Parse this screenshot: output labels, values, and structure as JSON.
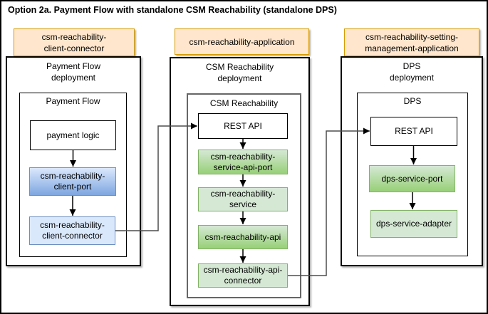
{
  "title": "Option 2a. Payment Flow with standalone CSM Reachability (standalone DPS)",
  "colors": {
    "orange_fill": "#ffe6cc",
    "orange_stroke": "#d79b00",
    "blue_fill": "#dae8fc",
    "blue_gradient": "#7ea6e0",
    "blue_stroke": "#6c8ebf",
    "green_fill": "#d5e8d4",
    "green_gradient": "#97d077",
    "green_stroke": "#82b366",
    "connector_line": "#4d4d4d"
  },
  "diagram": {
    "columns": [
      {
        "header_label": "csm-reachability-\nclient-connector",
        "deployment_label": "Payment Flow\ndeployment",
        "container_label": "Payment Flow",
        "nodes": [
          {
            "label": "payment logic",
            "type": "plain"
          },
          {
            "label": "csm-reachability-\nclient-port",
            "type": "blue-gradient"
          },
          {
            "label": "csm-reachability-\nclient-connector",
            "type": "blue-flat"
          }
        ]
      },
      {
        "header_label": "csm-reachability-application",
        "deployment_label": "CSM Reachability\ndeployment",
        "container_label": "CSM Reachability",
        "nodes": [
          {
            "label": "REST API",
            "type": "plain"
          },
          {
            "label": "csm-reachability-\nservice-api-port",
            "type": "green-gradient"
          },
          {
            "label": "csm-reachability-\nservice",
            "type": "green-flat"
          },
          {
            "label": "csm-reachability-api",
            "type": "green-gradient"
          },
          {
            "label": "csm-reachability-api-\nconnector",
            "type": "green-flat"
          }
        ]
      },
      {
        "header_label": "csm-reachability-setting-\nmanagement-application",
        "deployment_label": "DPS\ndeployment",
        "container_label": "DPS",
        "nodes": [
          {
            "label": "REST API",
            "type": "plain"
          },
          {
            "label": "dps-service-port",
            "type": "green-gradient"
          },
          {
            "label": "dps-service-adapter",
            "type": "green-flat"
          }
        ]
      }
    ],
    "connections": [
      {
        "from": "csm-reachability-client-connector",
        "to": "CSM Reachability REST API"
      },
      {
        "from": "csm-reachability-api-connector",
        "to": "DPS REST API"
      }
    ]
  }
}
